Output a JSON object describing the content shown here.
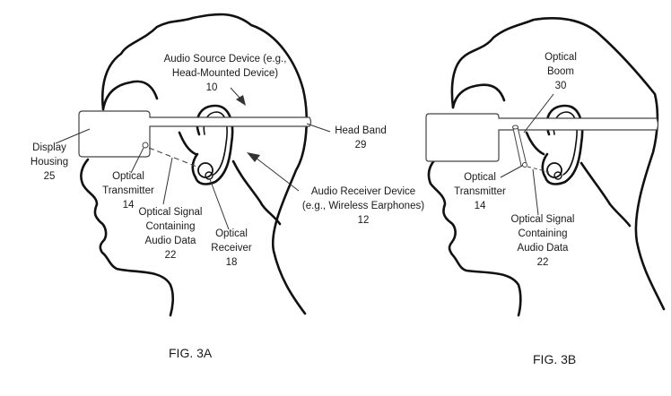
{
  "figures": [
    {
      "id": "3A",
      "caption": "FIG. 3A",
      "labels": {
        "audio_source": [
          "Audio Source Device (e.g.,",
          "Head-Mounted Device)",
          "10"
        ],
        "head_band": [
          "Head Band",
          "29"
        ],
        "display_housing": [
          "Display",
          "Housing",
          "25"
        ],
        "optical_transmitter": [
          "Optical",
          "Transmitter",
          "14"
        ],
        "optical_signal": [
          "Optical Signal",
          "Containing",
          "Audio Data",
          "22"
        ],
        "optical_receiver": [
          "Optical",
          "Receiver",
          "18"
        ],
        "audio_receiver": [
          "Audio Receiver Device",
          "(e.g., Wireless Earphones)",
          "12"
        ]
      }
    },
    {
      "id": "3B",
      "caption": "FIG. 3B",
      "labels": {
        "optical_boom": [
          "Optical",
          "Boom",
          "30"
        ],
        "optical_transmitter": [
          "Optical",
          "Transmitter",
          "14"
        ],
        "optical_signal": [
          "Optical Signal",
          "Containing",
          "Audio Data",
          "22"
        ]
      }
    }
  ]
}
